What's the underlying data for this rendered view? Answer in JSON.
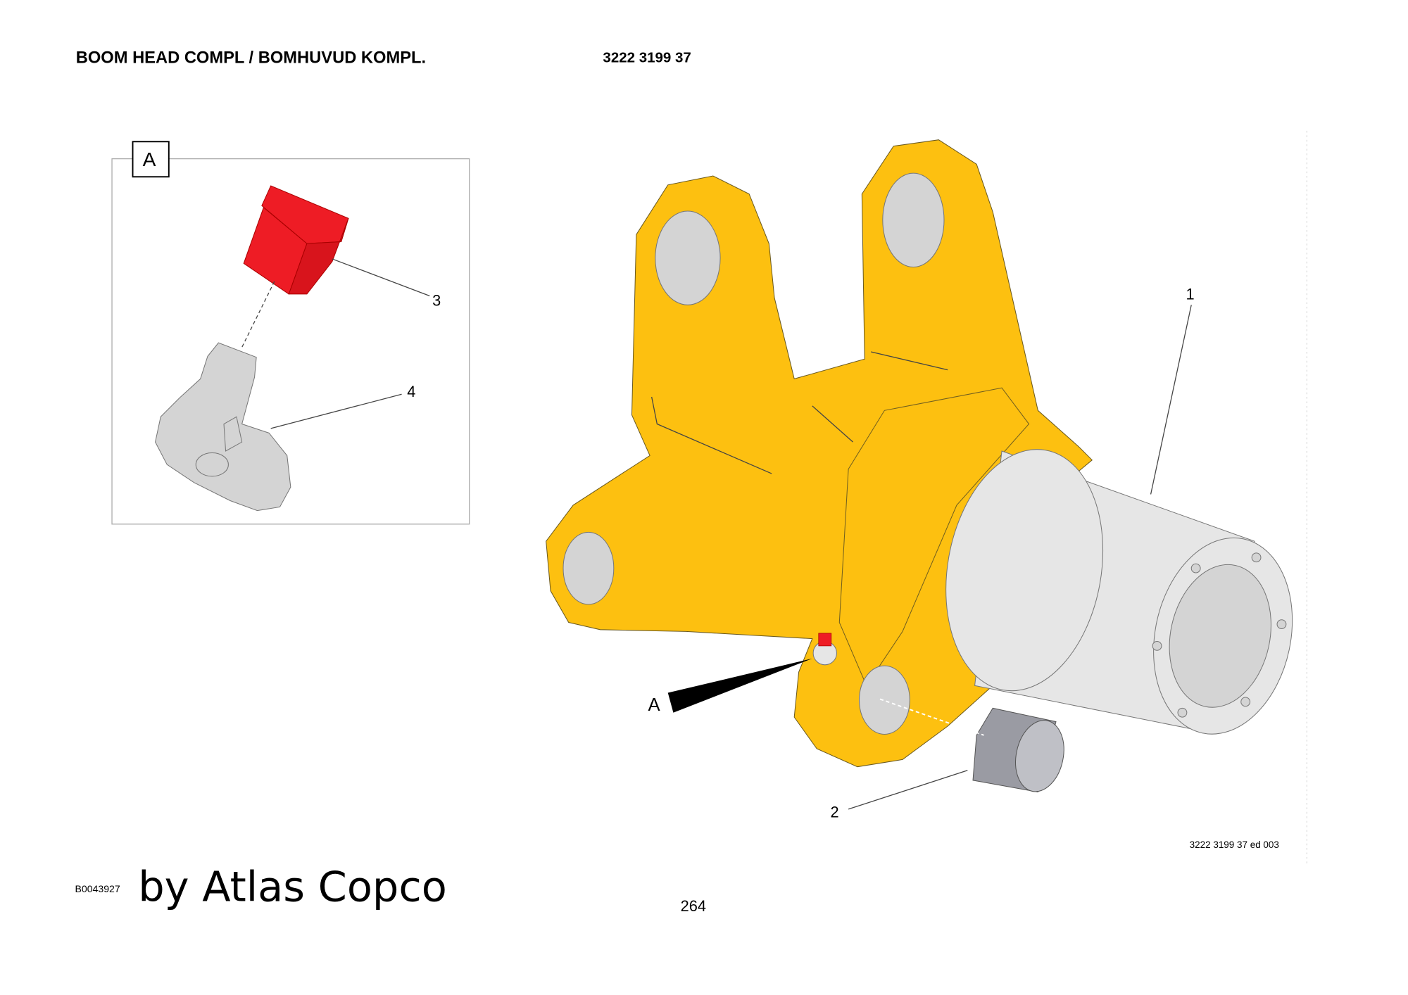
{
  "header": {
    "title": "BOOM HEAD COMPL / BOMHUVUD KOMPL.",
    "part_number": "3222 3199 37"
  },
  "detail_view": {
    "label": "A",
    "callouts": [
      "3",
      "4"
    ]
  },
  "main_view": {
    "callouts": [
      "1",
      "2"
    ],
    "detail_pointer_label": "A",
    "drawing_ref": "3222 3199 37 ed 003"
  },
  "footer": {
    "image_id": "B0043927",
    "watermark": "by Atlas Copco",
    "page_number": "264"
  },
  "colors": {
    "boom_head": "#FDC010",
    "highlight_part": "#EE1C25",
    "bushing": "#9a9ba3"
  }
}
